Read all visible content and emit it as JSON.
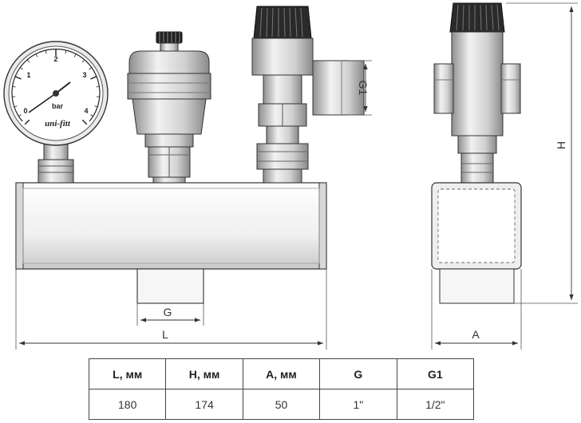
{
  "gauge": {
    "ticks": [
      "0",
      "1",
      "2",
      "3",
      "4"
    ],
    "unit": "bar",
    "brand": "uni-fitt"
  },
  "dimensions": {
    "g_label": "G",
    "l_label": "L",
    "g1_label": "G1",
    "h_label": "H",
    "a_label": "A"
  },
  "table": {
    "headers": [
      "L, мм",
      "H, мм",
      "A, мм",
      "G",
      "G1"
    ],
    "rows": [
      [
        "180",
        "174",
        "50",
        "1\"",
        "1/2\""
      ]
    ]
  }
}
